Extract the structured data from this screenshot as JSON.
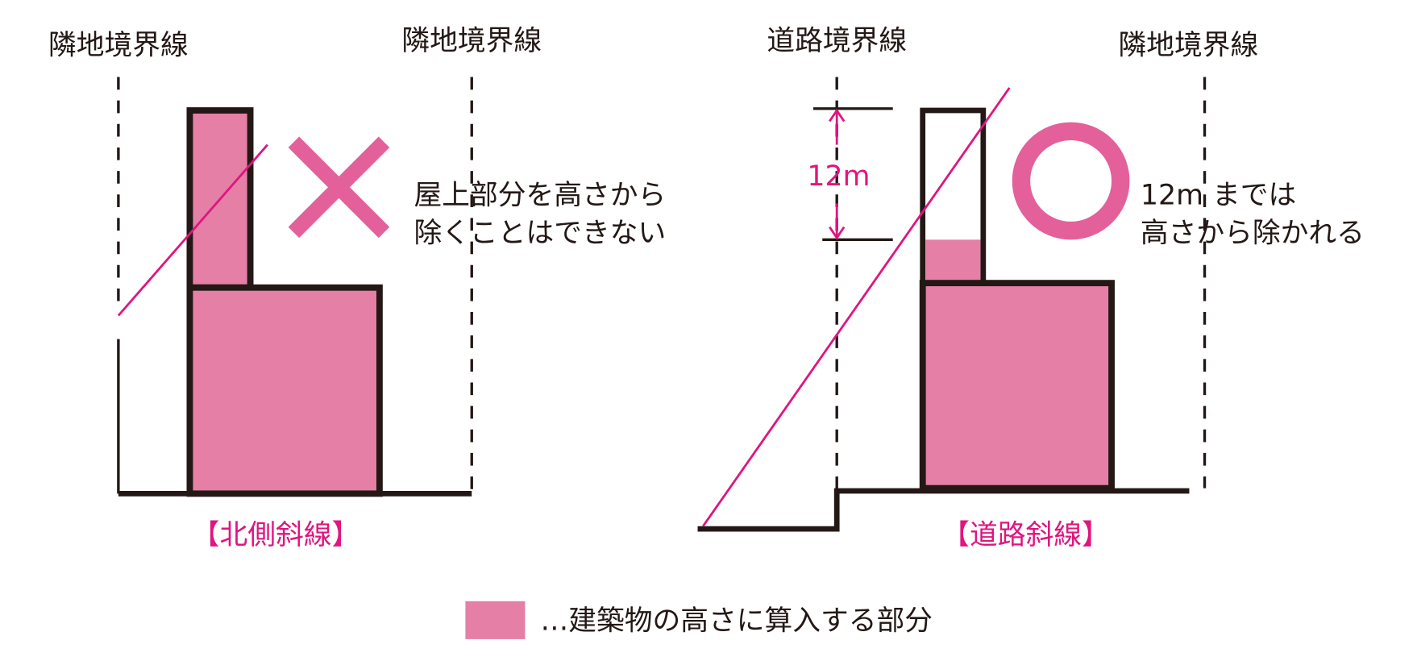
{
  "colors": {
    "fill": "#E57FA6",
    "line": "#E0157F",
    "mark": "#E3609A",
    "ink": "#231815"
  },
  "left": {
    "boundary_left": "隣地境界線",
    "boundary_right": "隣地境界線",
    "note_line1": "屋上部分を高さから",
    "note_line2": "除くことはできない",
    "mark_icon": "cross-mark",
    "caption": "【北側斜線】"
  },
  "right": {
    "boundary_left": "道路境界線",
    "boundary_right": "隣地境界線",
    "dimension": "12m",
    "note_line1": "12m までは",
    "note_line2": "高さから除かれる",
    "mark_icon": "circle-mark",
    "caption": "【道路斜線】"
  },
  "legend": {
    "text": "…建築物の高さに算入する部分"
  }
}
